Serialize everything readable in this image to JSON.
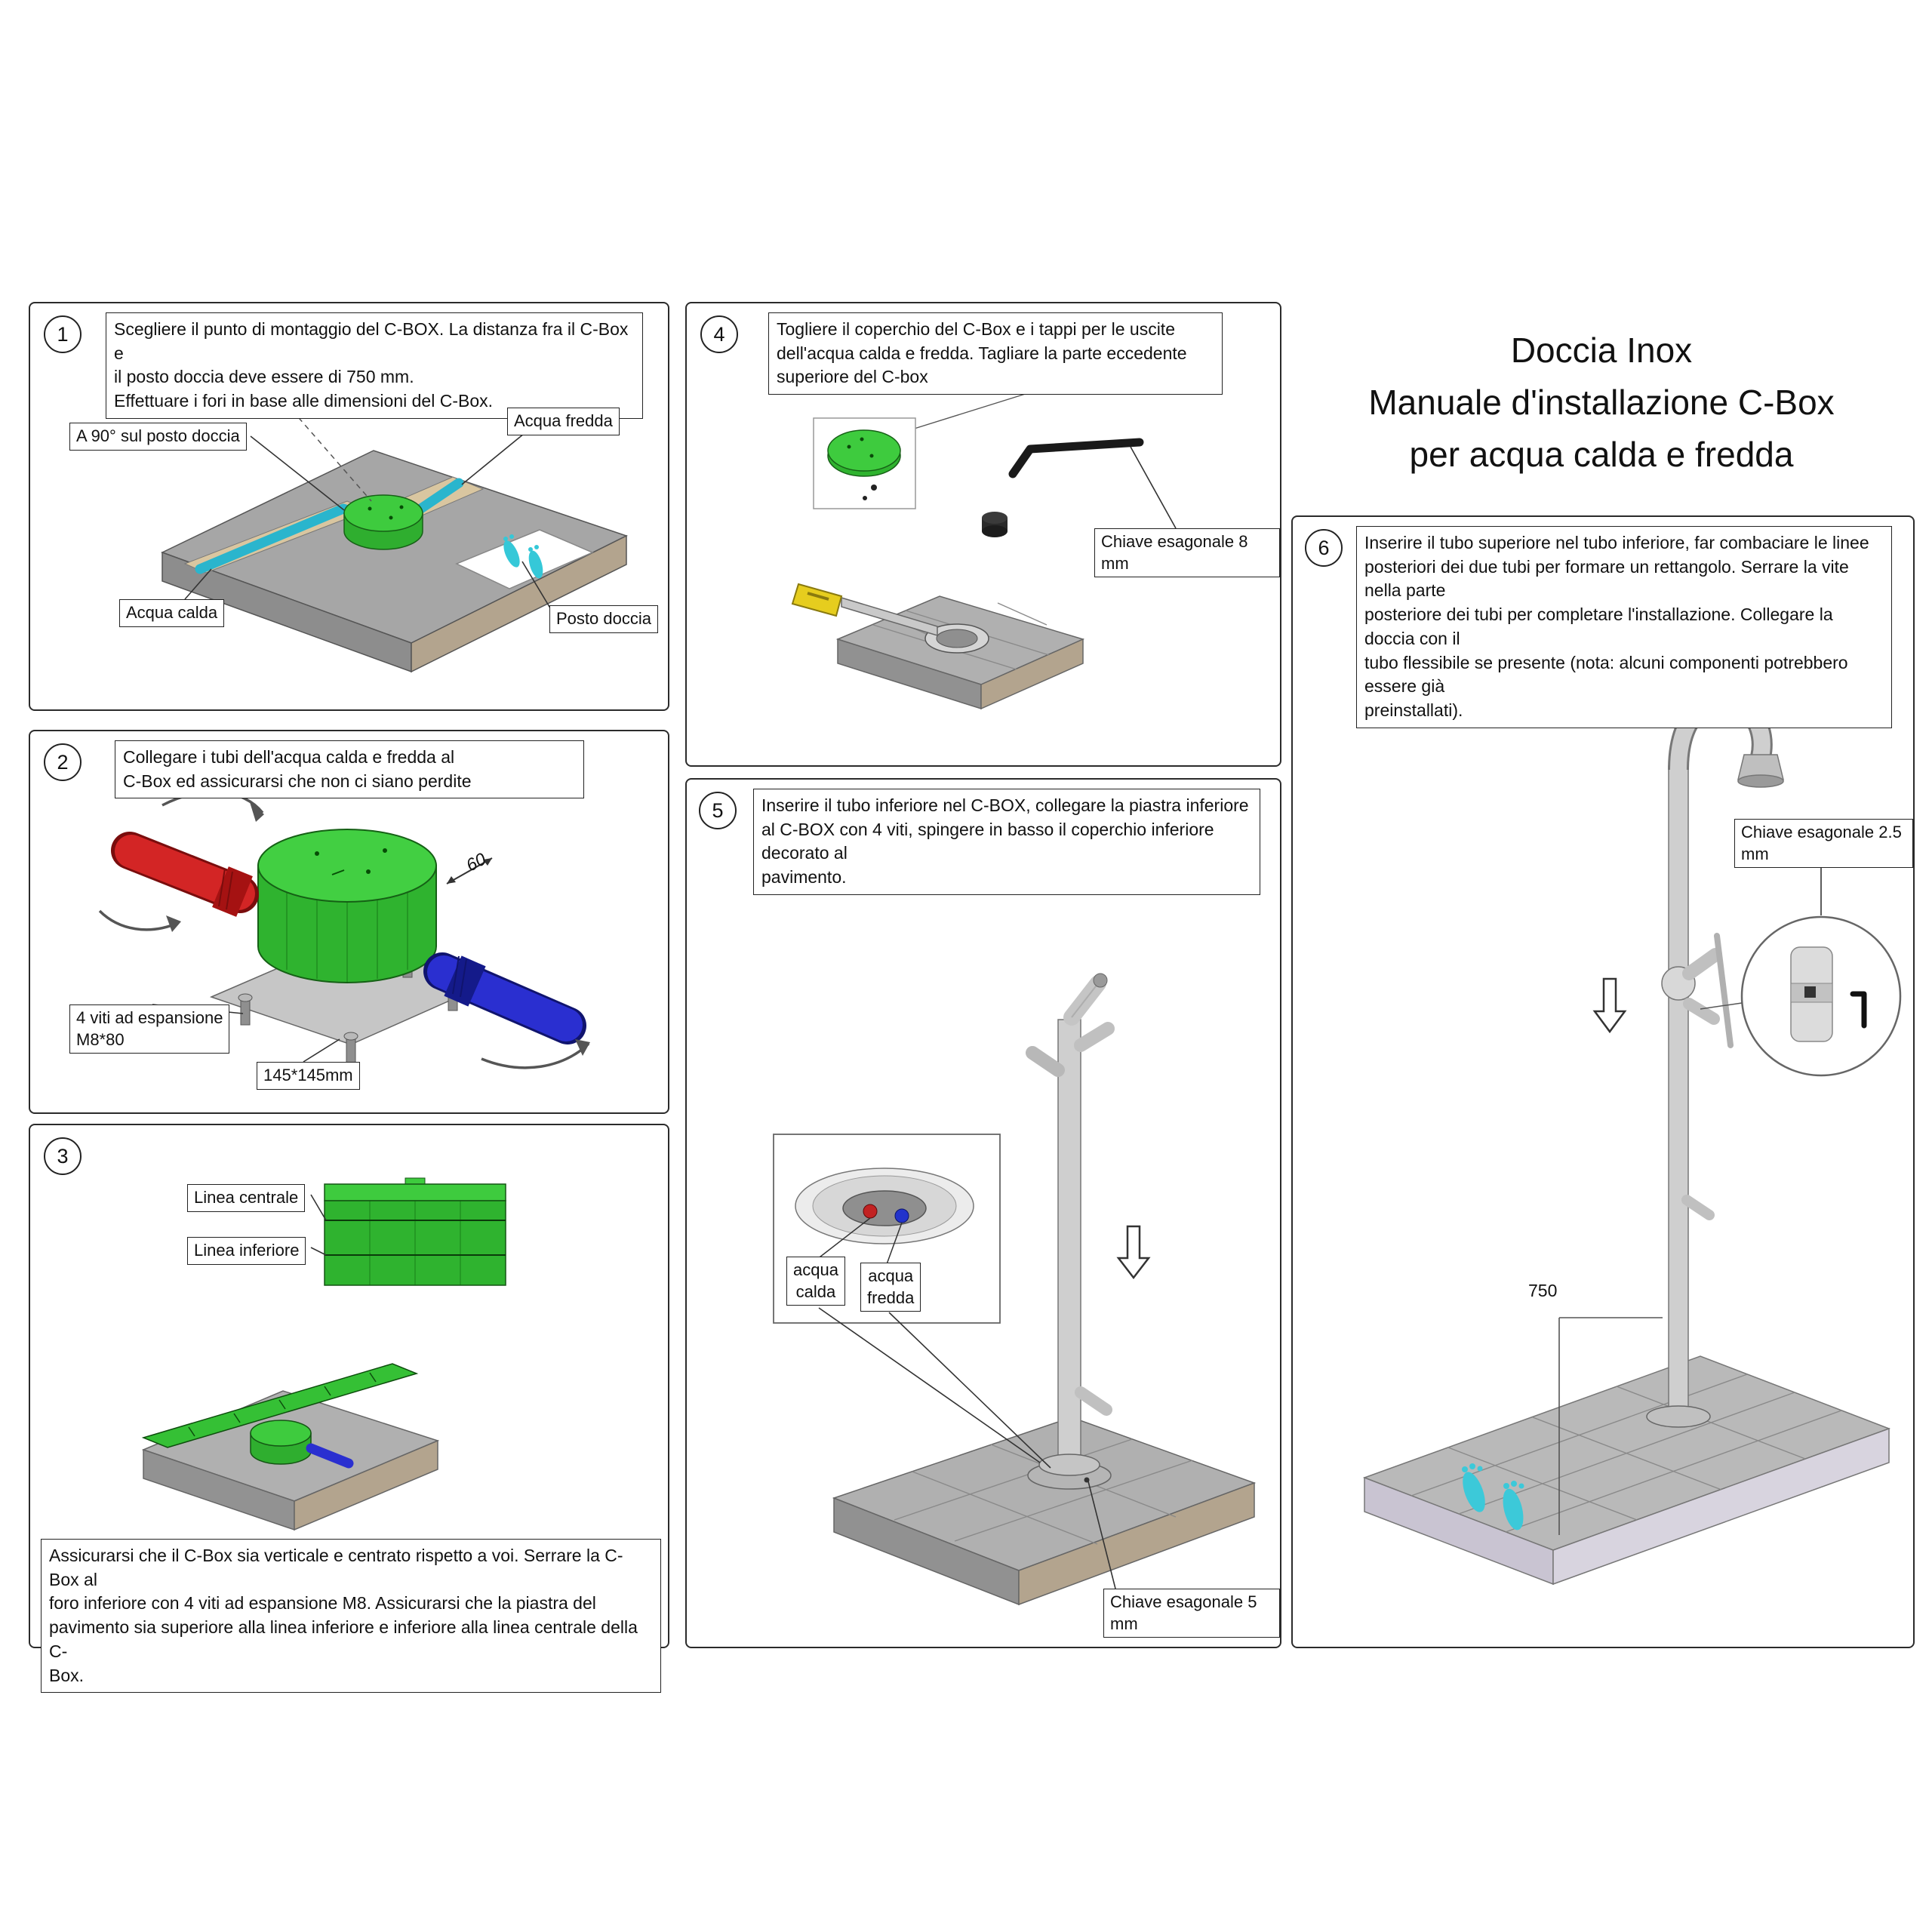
{
  "title": {
    "lines": [
      "Doccia Inox",
      "Manuale d'installazione C-Box",
      "per acqua calda e fredda"
    ]
  },
  "colors": {
    "cbox_green": "#2fb32f",
    "hot_red": "#d32525",
    "cold_blue": "#2a2fd0",
    "water_cyan": "#35c8d8",
    "slab_gray": "#b0b0b0",
    "slab_tan": "#b3a48e"
  },
  "steps": {
    "1": {
      "num": "1",
      "text": "Scegliere il punto di montaggio del C-BOX. La distanza fra il C-Box e\nil posto doccia deve essere di 750 mm.\nEffettuare i fori in base alle dimensioni del C-Box.",
      "labels": {
        "angle": "A 90° sul posto doccia",
        "cold": "Acqua fredda",
        "hot": "Acqua calda",
        "spot": "Posto doccia"
      }
    },
    "2": {
      "num": "2",
      "text": "Collegare i tubi dell'acqua calda e fredda al\nC-Box ed assicurarsi che non ci siano perdite",
      "labels": {
        "screws": "4 viti ad espansione\nM8*80",
        "size": "145*145mm",
        "dim": "60"
      }
    },
    "3": {
      "num": "3",
      "text": "Assicurarsi che il C-Box sia verticale e centrato rispetto a voi. Serrare la C-Box al\nforo inferiore con 4 viti ad espansione M8. Assicurarsi che la piastra del\npavimento sia superiore alla linea inferiore e inferiore alla linea centrale della C-\nBox.",
      "labels": {
        "center": "Linea centrale",
        "lower": "Linea inferiore"
      }
    },
    "4": {
      "num": "4",
      "text": "Togliere il coperchio del C-Box e i tappi per le uscite\ndell'acqua calda e fredda. Tagliare la parte eccedente\nsuperiore del C-box",
      "labels": {
        "wrench": "Chiave esagonale 8 mm"
      }
    },
    "5": {
      "num": "5",
      "text": "Inserire il tubo inferiore nel C-BOX, collegare la piastra inferiore\nal C-BOX con 4 viti, spingere in basso il coperchio inferiore decorato al\npavimento.",
      "labels": {
        "hot": "acqua\ncalda",
        "cold": "acqua\nfredda",
        "wrench": "Chiave esagonale 5 mm"
      }
    },
    "6": {
      "num": "6",
      "text": "Inserire il tubo superiore nel tubo inferiore, far combaciare le linee\nposteriori dei due tubi per formare un rettangolo. Serrare la vite nella parte\nposteriore dei tubi per completare l'installazione. Collegare la doccia con il\ntubo flessibile se presente (nota: alcuni componenti potrebbero essere già\npreinstallati).",
      "labels": {
        "wrench": "Chiave esagonale 2.5 mm",
        "dim": "750"
      }
    }
  }
}
